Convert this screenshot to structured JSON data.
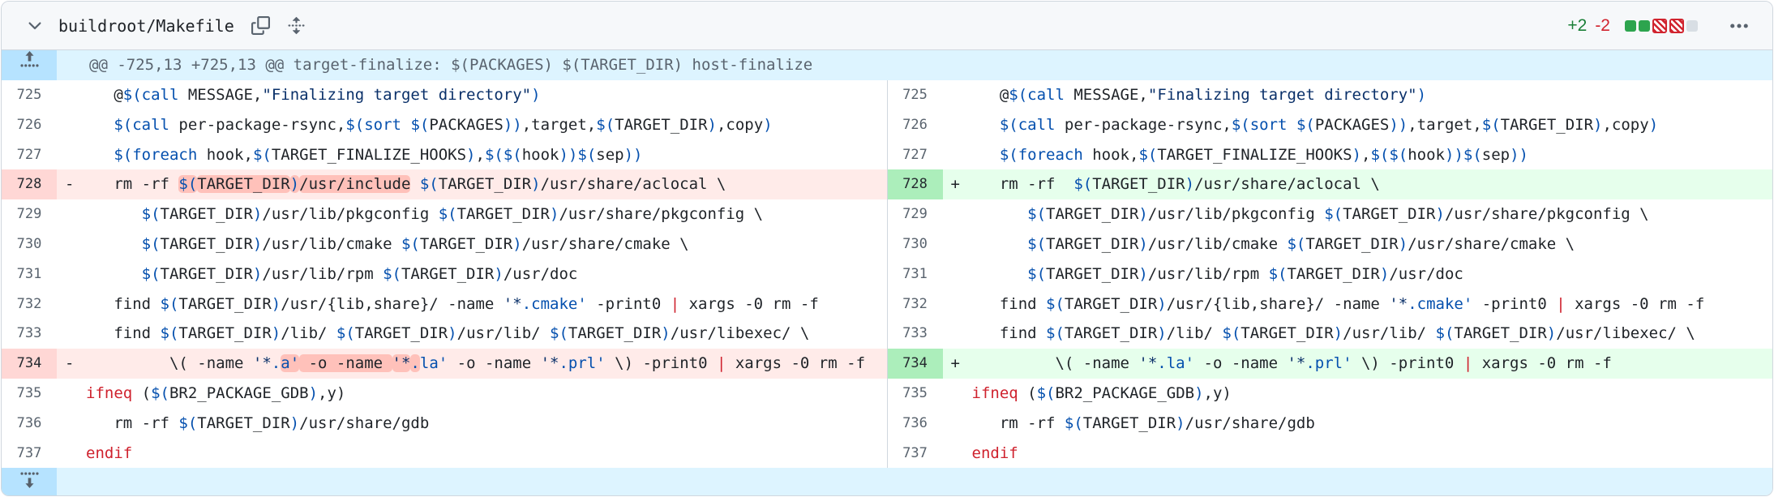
{
  "header": {
    "file_name": "buildroot/Makefile",
    "additions_label": "+2",
    "deletions_label": "-2",
    "diffstat_squares": [
      "add",
      "add",
      "del",
      "del",
      "neutral"
    ],
    "kebab_label": "more-options"
  },
  "colors": {
    "addition_green": "#2da44e",
    "deletion_red": "#d1242f",
    "add_line_bg": "#e6ffec",
    "del_line_bg": "#ffebe9",
    "hunk_bg": "#ddf4ff",
    "keyword_red": "#cf222e",
    "function_blue": "#0550ae",
    "string_navy": "#0a3069"
  },
  "rows": [
    {
      "kind": "hunk",
      "text": "@@ -725,13 +725,13 @@ target-finalize: $(PACKAGES) $(TARGET_DIR) host-finalize"
    },
    {
      "kind": "ctx",
      "num": "725",
      "segs": [
        [
          "   @",
          ""
        ],
        [
          "$(",
          "b"
        ],
        [
          "call",
          "b"
        ],
        [
          " MESSAGE,",
          ""
        ],
        [
          "\"Finalizing target directory\"",
          "s"
        ],
        [
          ")",
          "b"
        ]
      ]
    },
    {
      "kind": "ctx",
      "num": "726",
      "segs": [
        [
          "   ",
          ""
        ],
        [
          "$(",
          "b"
        ],
        [
          "call",
          "b"
        ],
        [
          " per-package-rsync,",
          ""
        ],
        [
          "$(",
          "b"
        ],
        [
          "sort",
          "b"
        ],
        [
          " ",
          ""
        ],
        [
          "$(",
          "b"
        ],
        [
          "PACKAGES",
          ""
        ],
        [
          "))",
          "b"
        ],
        [
          ",target,",
          ""
        ],
        [
          "$(",
          "b"
        ],
        [
          "TARGET_DIR",
          ""
        ],
        [
          ")",
          "b"
        ],
        [
          ",copy",
          ""
        ],
        [
          ")",
          "b"
        ]
      ]
    },
    {
      "kind": "ctx",
      "num": "727",
      "segs": [
        [
          "   ",
          ""
        ],
        [
          "$(",
          "b"
        ],
        [
          "foreach",
          "b"
        ],
        [
          " hook,",
          ""
        ],
        [
          "$(",
          "b"
        ],
        [
          "TARGET_FINALIZE_HOOKS",
          ""
        ],
        [
          ")",
          "b"
        ],
        [
          ",",
          ""
        ],
        [
          "$(",
          "b"
        ],
        [
          "$(",
          "b"
        ],
        [
          "hook",
          ""
        ],
        [
          "))",
          "b"
        ],
        [
          "$(",
          "b"
        ],
        [
          "sep",
          ""
        ],
        [
          "))",
          "b"
        ]
      ]
    },
    {
      "kind": "change",
      "num": "728",
      "left": {
        "type": "del",
        "sign": "-",
        "segs": [
          [
            "   rm -rf ",
            ""
          ],
          [
            "$(",
            "b",
            1
          ],
          [
            "TARGET_DIR",
            "",
            1
          ],
          [
            ")",
            "b",
            1
          ],
          [
            "/usr/include",
            "",
            1
          ],
          [
            " ",
            ""
          ],
          [
            "$(",
            "b"
          ],
          [
            "TARGET_DIR",
            ""
          ],
          [
            ")",
            "b"
          ],
          [
            "/usr/share/aclocal \\",
            ""
          ]
        ]
      },
      "right": {
        "type": "add",
        "sign": "+",
        "segs": [
          [
            "   rm -rf  ",
            ""
          ],
          [
            "$(",
            "b"
          ],
          [
            "TARGET_DIR",
            ""
          ],
          [
            ")",
            "b"
          ],
          [
            "/usr/share/aclocal \\",
            ""
          ]
        ]
      }
    },
    {
      "kind": "ctx",
      "num": "729",
      "segs": [
        [
          "      ",
          ""
        ],
        [
          "$(",
          "b"
        ],
        [
          "TARGET_DIR",
          ""
        ],
        [
          ")",
          "b"
        ],
        [
          "/usr/lib/pkgconfig ",
          ""
        ],
        [
          "$(",
          "b"
        ],
        [
          "TARGET_DIR",
          ""
        ],
        [
          ")",
          "b"
        ],
        [
          "/usr/share/pkgconfig \\",
          ""
        ]
      ]
    },
    {
      "kind": "ctx",
      "num": "730",
      "segs": [
        [
          "      ",
          ""
        ],
        [
          "$(",
          "b"
        ],
        [
          "TARGET_DIR",
          ""
        ],
        [
          ")",
          "b"
        ],
        [
          "/usr/lib/cmake ",
          ""
        ],
        [
          "$(",
          "b"
        ],
        [
          "TARGET_DIR",
          ""
        ],
        [
          ")",
          "b"
        ],
        [
          "/usr/share/cmake \\",
          ""
        ]
      ]
    },
    {
      "kind": "ctx",
      "num": "731",
      "segs": [
        [
          "      ",
          ""
        ],
        [
          "$(",
          "b"
        ],
        [
          "TARGET_DIR",
          ""
        ],
        [
          ")",
          "b"
        ],
        [
          "/usr/lib/rpm ",
          ""
        ],
        [
          "$(",
          "b"
        ],
        [
          "TARGET_DIR",
          ""
        ],
        [
          ")",
          "b"
        ],
        [
          "/usr/doc",
          ""
        ]
      ]
    },
    {
      "kind": "ctx",
      "num": "732",
      "segs": [
        [
          "   find ",
          ""
        ],
        [
          "$(",
          "b"
        ],
        [
          "TARGET_DIR",
          ""
        ],
        [
          ")",
          "b"
        ],
        [
          "/usr/{lib,share}/ -name ",
          ""
        ],
        [
          "'*",
          "s"
        ],
        [
          ".cmake'",
          "b"
        ],
        [
          " -print0 ",
          ""
        ],
        [
          "|",
          "k"
        ],
        [
          " xargs -0 rm -f",
          ""
        ]
      ]
    },
    {
      "kind": "ctx",
      "num": "733",
      "segs": [
        [
          "   find ",
          ""
        ],
        [
          "$(",
          "b"
        ],
        [
          "TARGET_DIR",
          ""
        ],
        [
          ")",
          "b"
        ],
        [
          "/lib/ ",
          ""
        ],
        [
          "$(",
          "b"
        ],
        [
          "TARGET_DIR",
          ""
        ],
        [
          ")",
          "b"
        ],
        [
          "/usr/lib/ ",
          ""
        ],
        [
          "$(",
          "b"
        ],
        [
          "TARGET_DIR",
          ""
        ],
        [
          ")",
          "b"
        ],
        [
          "/usr/libexec/ \\",
          ""
        ]
      ]
    },
    {
      "kind": "change",
      "num": "734",
      "left": {
        "type": "del",
        "sign": "-",
        "segs": [
          [
            "         \\( -name ",
            ""
          ],
          [
            "'*",
            "s"
          ],
          [
            ".",
            "b"
          ],
          [
            "a'",
            "b",
            1
          ],
          [
            " -o -name ",
            "",
            1
          ],
          [
            "'*",
            "s",
            1
          ],
          [
            ".",
            "b",
            1
          ],
          [
            "la'",
            "b"
          ],
          [
            " -o -name ",
            ""
          ],
          [
            "'*",
            "s"
          ],
          [
            ".prl'",
            "b"
          ],
          [
            " \\) -print0 ",
            ""
          ],
          [
            "|",
            "k"
          ],
          [
            " xargs -0 rm -f",
            ""
          ]
        ]
      },
      "right": {
        "type": "add",
        "sign": "+",
        "segs": [
          [
            "         \\( -name ",
            ""
          ],
          [
            "'*",
            "s"
          ],
          [
            ".la'",
            "b"
          ],
          [
            " -o -name ",
            ""
          ],
          [
            "'*",
            "s"
          ],
          [
            ".prl'",
            "b"
          ],
          [
            " \\) -print0 ",
            ""
          ],
          [
            "|",
            "k"
          ],
          [
            " xargs -0 rm -f",
            ""
          ]
        ]
      }
    },
    {
      "kind": "ctx",
      "num": "735",
      "segs": [
        [
          "ifneq",
          "k"
        ],
        [
          " (",
          ""
        ],
        [
          "$(",
          "b"
        ],
        [
          "BR2_PACKAGE_GDB",
          ""
        ],
        [
          ")",
          "b"
        ],
        [
          ",y)",
          ""
        ]
      ]
    },
    {
      "kind": "ctx",
      "num": "736",
      "segs": [
        [
          "   rm -rf ",
          ""
        ],
        [
          "$(",
          "b"
        ],
        [
          "TARGET_DIR",
          ""
        ],
        [
          ")",
          "b"
        ],
        [
          "/usr/share/gdb",
          ""
        ]
      ]
    },
    {
      "kind": "ctx",
      "num": "737",
      "segs": [
        [
          "endif",
          "k"
        ]
      ]
    },
    {
      "kind": "expand"
    }
  ]
}
